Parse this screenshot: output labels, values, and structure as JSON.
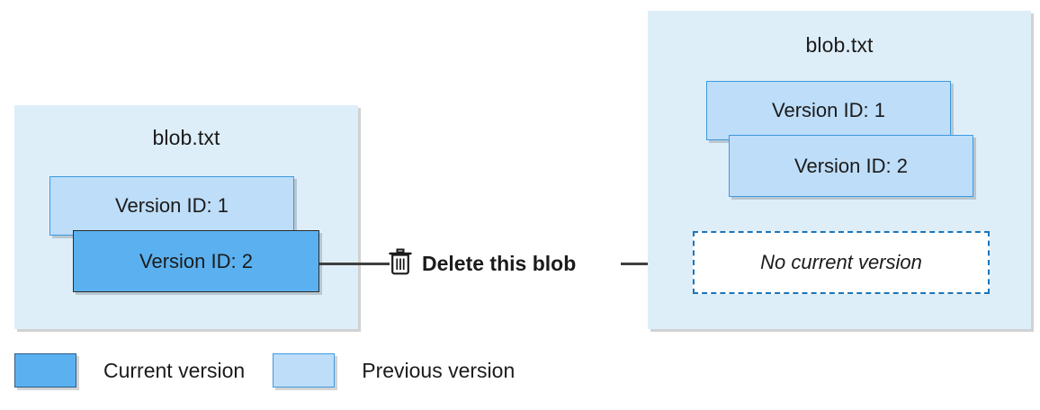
{
  "diagram": {
    "before": {
      "blob_name": "blob.txt",
      "versions": [
        {
          "label": "Version ID: 1",
          "state": "previous"
        },
        {
          "label": "Version ID: 2",
          "state": "current"
        }
      ]
    },
    "action": {
      "label": "Delete this blob",
      "icon": "trash-icon"
    },
    "after": {
      "blob_name": "blob.txt",
      "versions": [
        {
          "label": "Version ID: 1",
          "state": "previous"
        },
        {
          "label": "Version ID: 2",
          "state": "previous"
        }
      ],
      "no_current_version_label": "No current version"
    }
  },
  "legend": {
    "items": [
      {
        "label": "Current version",
        "color": "#5BB1F0"
      },
      {
        "label": "Previous version",
        "color": "#BEDDF8"
      }
    ]
  },
  "colors": {
    "panel_background": "#DEEEF9",
    "current_version": "#5BB1F0",
    "previous_version": "#BEDDF8",
    "dashed_border": "#1B75BB",
    "connector": "#3F3F3F",
    "text": "#1B1B1B"
  }
}
